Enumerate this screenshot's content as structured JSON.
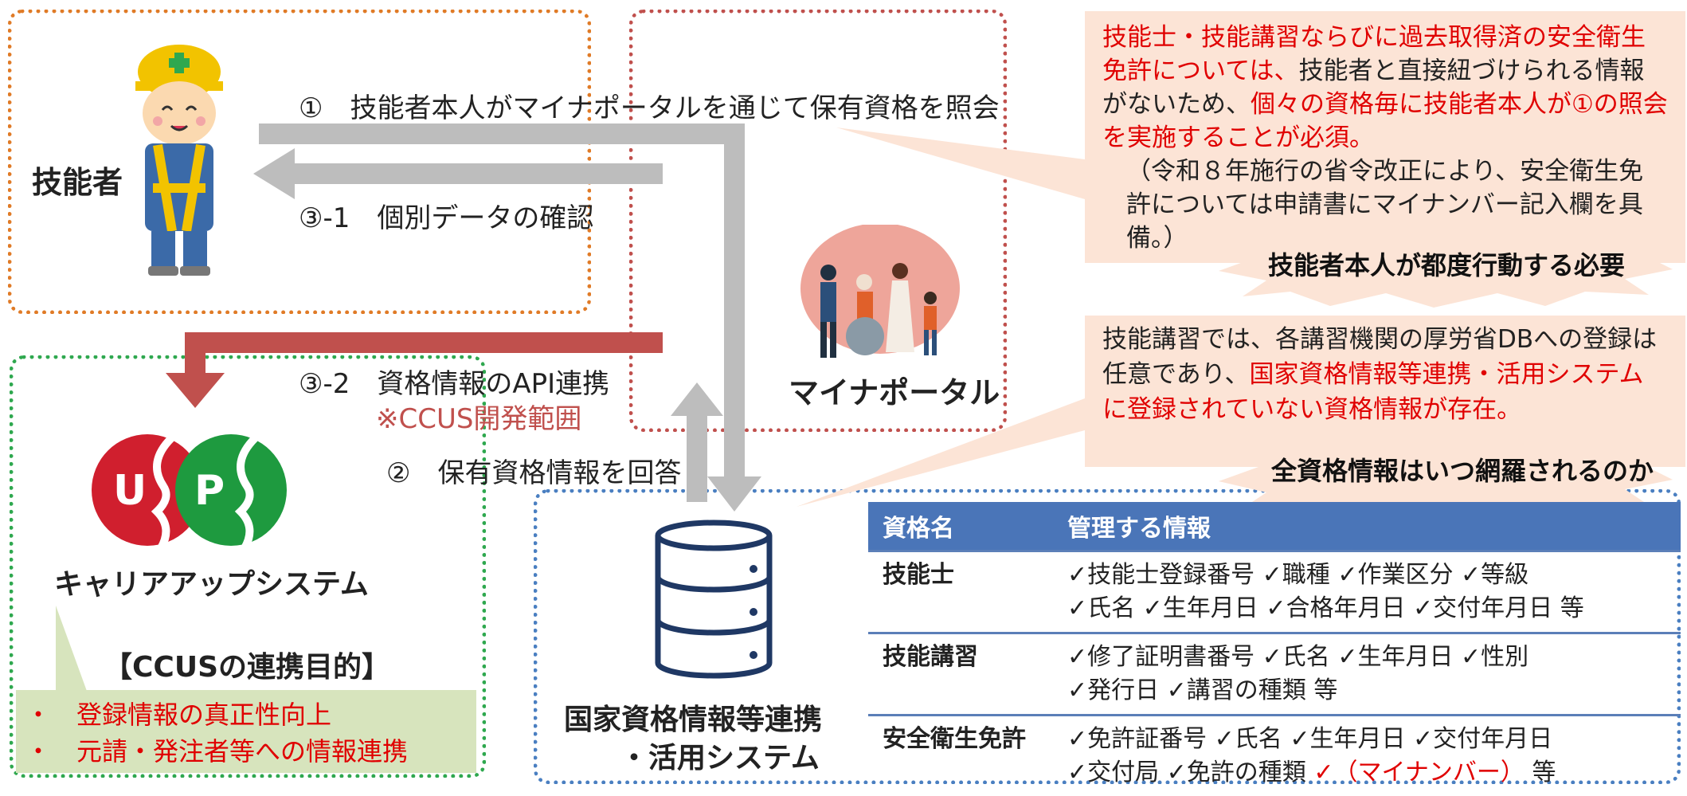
{
  "worker": {
    "label": "技能者"
  },
  "mynaportal": {
    "label": "マイナポータル"
  },
  "ccus": {
    "label": "キャリアアップシステム",
    "logo_letters": [
      "U",
      "P"
    ],
    "purpose_title": "【CCUSの連携目的】",
    "purpose_items": [
      "・　登録情報の真正性向上",
      "・　元請・発注者等への情報連携"
    ]
  },
  "system": {
    "label_line1": "国家資格情報等連携",
    "label_line2": "・活用システム"
  },
  "arrows": {
    "step1": "①　技能者本人がマイナポータルを通じて保有資格を照会",
    "step3_1": "③-1　個別データの確認",
    "step3_2": "③-2　資格情報のAPI連携",
    "step3_2_note": "※CCUS開発範囲",
    "step2": "②　保有資格情報を回答"
  },
  "note1": {
    "red_a": "技能士・技能講習ならびに過去取得済の安全衛生免許については、",
    "black_a": "技能者と直接紐づけられる情報がないため、",
    "red_b": "個々の資格毎に技能者本人が①の照会を実施することが必須。",
    "paren": "（令和８年施行の省令改正により、安全衛生免許については申請書にマイナンバー記入欄を具備。）",
    "burst": "技能者本人が都度行動する必要"
  },
  "note2": {
    "black_a": "技能講習では、各講習機関の厚労省DBへの登録は任意であり、",
    "red_a": "国家資格情報等連携・活用システムに登録されていない資格情報が存在。",
    "burst": "全資格情報はいつ網羅されるのか"
  },
  "table": {
    "headers": [
      "資格名",
      "管理する情報"
    ],
    "rows": [
      {
        "name": "技能士",
        "line1": "✓技能士登録番号 ✓職種 ✓作業区分 ✓等級",
        "line2": "✓氏名 ✓生年月日 ✓合格年月日 ✓交付年月日 等"
      },
      {
        "name": "技能講習",
        "line1": "✓修了証明書番号 ✓氏名 ✓生年月日 ✓性別",
        "line2": "✓発行日 ✓講習の種類 等"
      },
      {
        "name": "安全衛生免許",
        "line1": "✓免許証番号 ✓氏名 ✓生年月日 ✓交付年月日",
        "line2a": "✓交付局 ✓免許の種類 ",
        "line2_red": "✓（マイナンバー）",
        "line2b": " 等"
      }
    ]
  },
  "colors": {
    "orange": "#e07b27",
    "red": "#c0504d",
    "green": "#2fa84f",
    "blue": "#4a7fc1",
    "note_bg": "#fce4d6",
    "table_header": "#4a75b8"
  }
}
